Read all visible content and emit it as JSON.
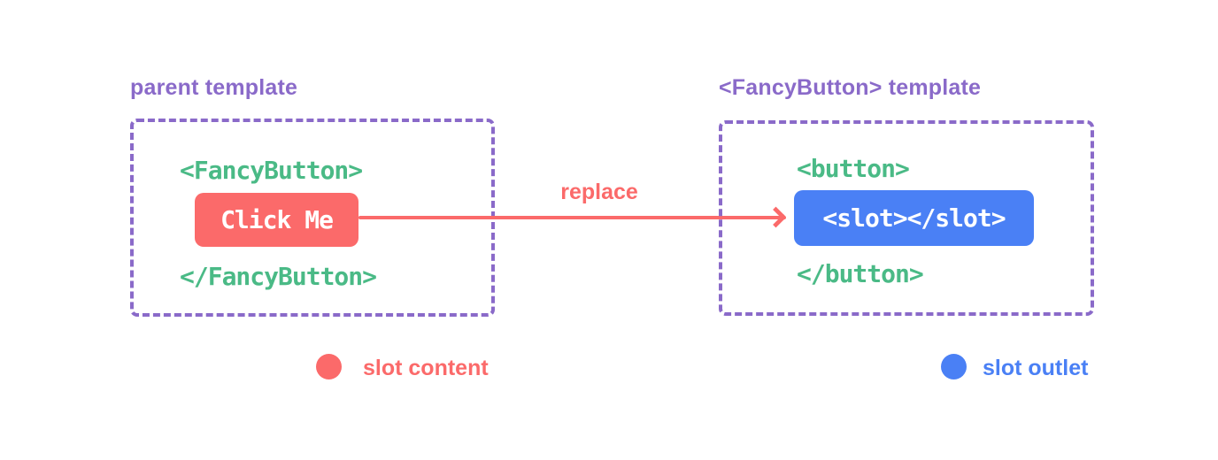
{
  "colors": {
    "background": "#ffffff",
    "purple": "#8a6ac9",
    "green": "#4aba86",
    "red": "#fb6a6a",
    "blue": "#4a80f5",
    "button_text": "#ffffff"
  },
  "parent_panel": {
    "title": "parent template",
    "open_tag": "<FancyButton>",
    "button_label": "Click Me",
    "close_tag": "</FancyButton>"
  },
  "arrow": {
    "label": "replace"
  },
  "template_panel": {
    "title": "<FancyButton> template",
    "open_tag": "<button>",
    "slot_label": "<slot></slot>",
    "close_tag": "</button>"
  },
  "legend": {
    "content_label": "slot content",
    "outlet_label": "slot outlet"
  }
}
